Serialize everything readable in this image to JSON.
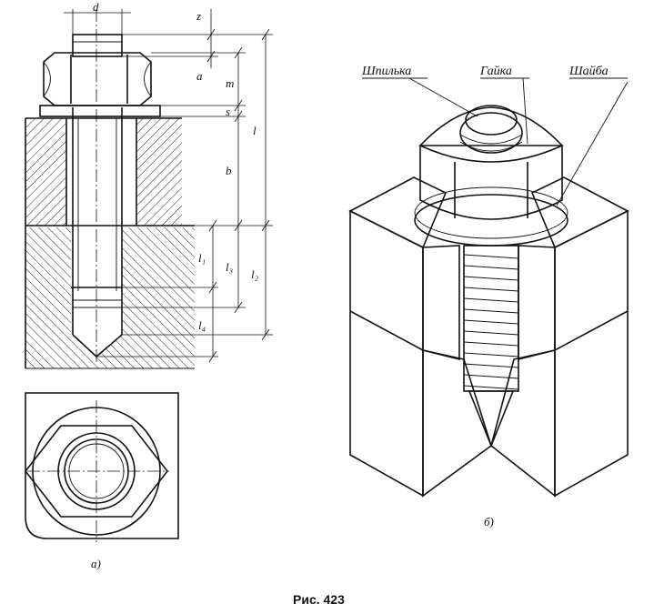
{
  "drawing_a": {
    "dimensions": {
      "d": "d",
      "z": "z",
      "a": "a",
      "m": "m",
      "s": "s",
      "l": "l",
      "b": "b",
      "l1": "l₁",
      "l3": "l₃",
      "l2": "l₂",
      "l4": "l₄"
    },
    "caption": "а)"
  },
  "drawing_b": {
    "labels": {
      "stud": "Шпилька",
      "nut": "Гайка",
      "washer": "Шайба"
    },
    "caption": "б)"
  },
  "figure_caption": "Рис. 423"
}
